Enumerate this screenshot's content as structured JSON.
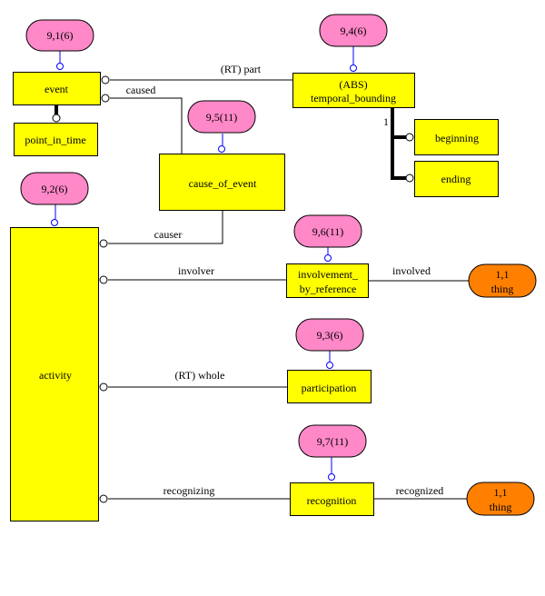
{
  "colors": {
    "entity_fill": "#ffff00",
    "pill_fill": "#ff88c8",
    "thing_fill": "#ff8000",
    "connector_blue": "#0000ff",
    "line": "#000000"
  },
  "pills": [
    {
      "id": "p91",
      "label": "9,1(6)"
    },
    {
      "id": "p94",
      "label": "9,4(6)"
    },
    {
      "id": "p95",
      "label": "9,5(11)"
    },
    {
      "id": "p92",
      "label": "9,2(6)"
    },
    {
      "id": "p96",
      "label": "9,6(11)"
    },
    {
      "id": "p93",
      "label": "9,3(6)"
    },
    {
      "id": "p97",
      "label": "9,7(11)"
    }
  ],
  "entities": {
    "event": "event",
    "point_in_time": "point_in_time",
    "temporal_bounding_line1": "(ABS)",
    "temporal_bounding_line2": "temporal_bounding",
    "beginning": "beginning",
    "ending": "ending",
    "cause_of_event": "cause_of_event",
    "activity": "activity",
    "involvement_line1": "involvement_",
    "involvement_line2": "by_reference",
    "participation": "participation",
    "recognition": "recognition"
  },
  "things": [
    {
      "card": "1,1",
      "label": "thing"
    },
    {
      "card": "1,1",
      "label": "thing"
    }
  ],
  "roles": {
    "rt_part": "(RT) part",
    "caused": "caused",
    "causer": "causer",
    "involver": "involver",
    "involved": "involved",
    "rt_whole": "(RT) whole",
    "recognizing": "recognizing",
    "recognized": "recognized",
    "subtype_cardinality": "1"
  }
}
